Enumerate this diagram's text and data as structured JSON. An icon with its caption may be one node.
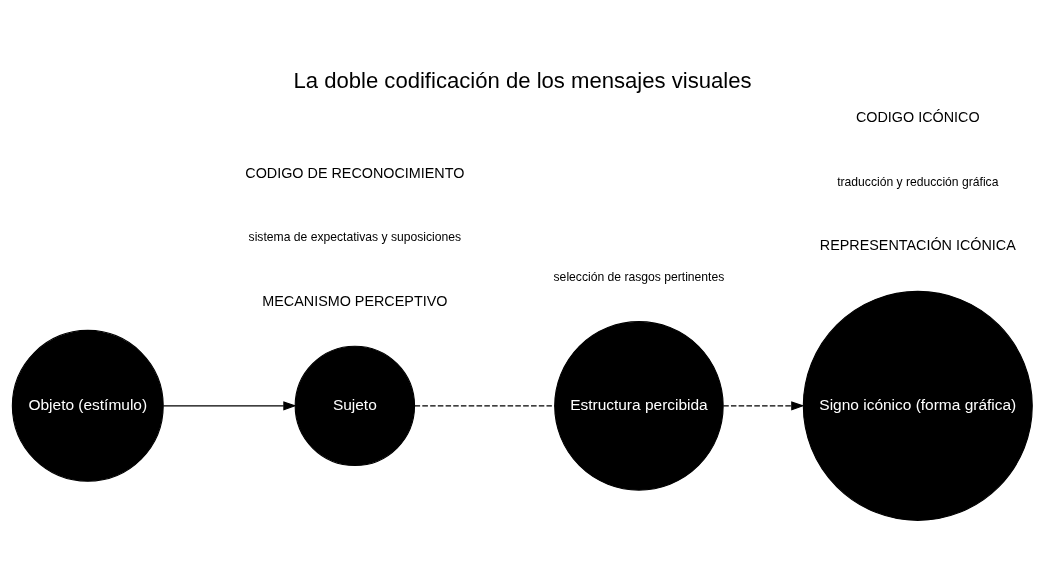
{
  "diagram": {
    "title": "La doble codificación de los mensajes visuales",
    "nodes": [
      {
        "text": [
          "Objeto (estímulo)"
        ]
      },
      {
        "text": [
          "Sujeto"
        ]
      },
      {
        "text": [
          "Estructura percibida"
        ]
      },
      {
        "text": [
          "Signo icónico (forma gráfica)"
        ]
      }
    ],
    "edges": [
      {
        "from": 0,
        "to": 1,
        "arrow": "to"
      },
      {
        "from": 1,
        "to": 2,
        "arrow": "none",
        "style": "dashed"
      },
      {
        "from": 2,
        "to": 3,
        "arrow": "to",
        "style": "dashed"
      }
    ],
    "labels": [
      "MECANISMO PERCEPTIVO",
      "REPRESENTACIÓN ICÓNICA",
      "sistema de expectativas y suposiciones",
      "selección de rasgos pertinentes",
      "traducción y reducción gráfica",
      "CODIGO DE RECONOCIMIENTO",
      "CODIGO ICÓNICO"
    ]
  }
}
